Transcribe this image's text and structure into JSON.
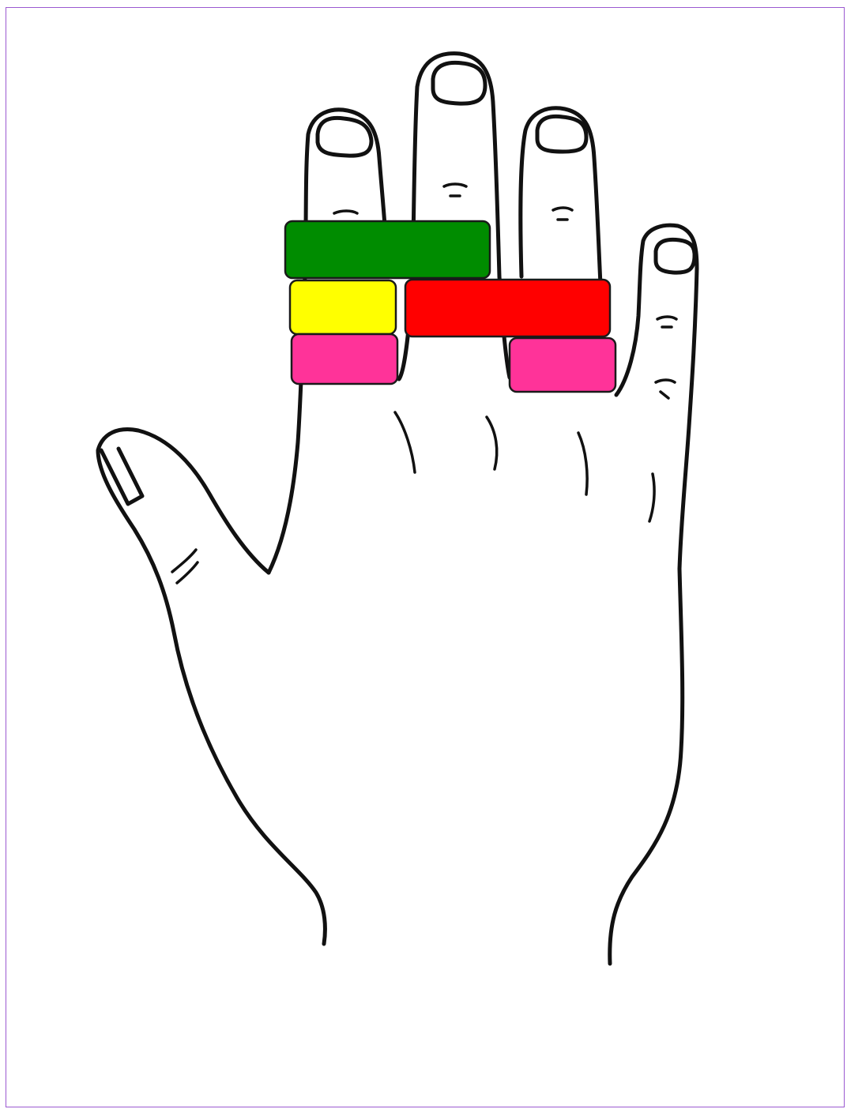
{
  "figure": {
    "subject": "hand-outline-back-view",
    "frame_color": "#9b59d0",
    "line_color": "#111111"
  },
  "blocks": [
    {
      "id": "green",
      "color": "#008c00"
    },
    {
      "id": "yellow",
      "color": "#ffff00"
    },
    {
      "id": "red",
      "color": "#ff0000"
    },
    {
      "id": "pink-left",
      "color": "#ff3399"
    },
    {
      "id": "pink-right",
      "color": "#ff3399"
    }
  ]
}
